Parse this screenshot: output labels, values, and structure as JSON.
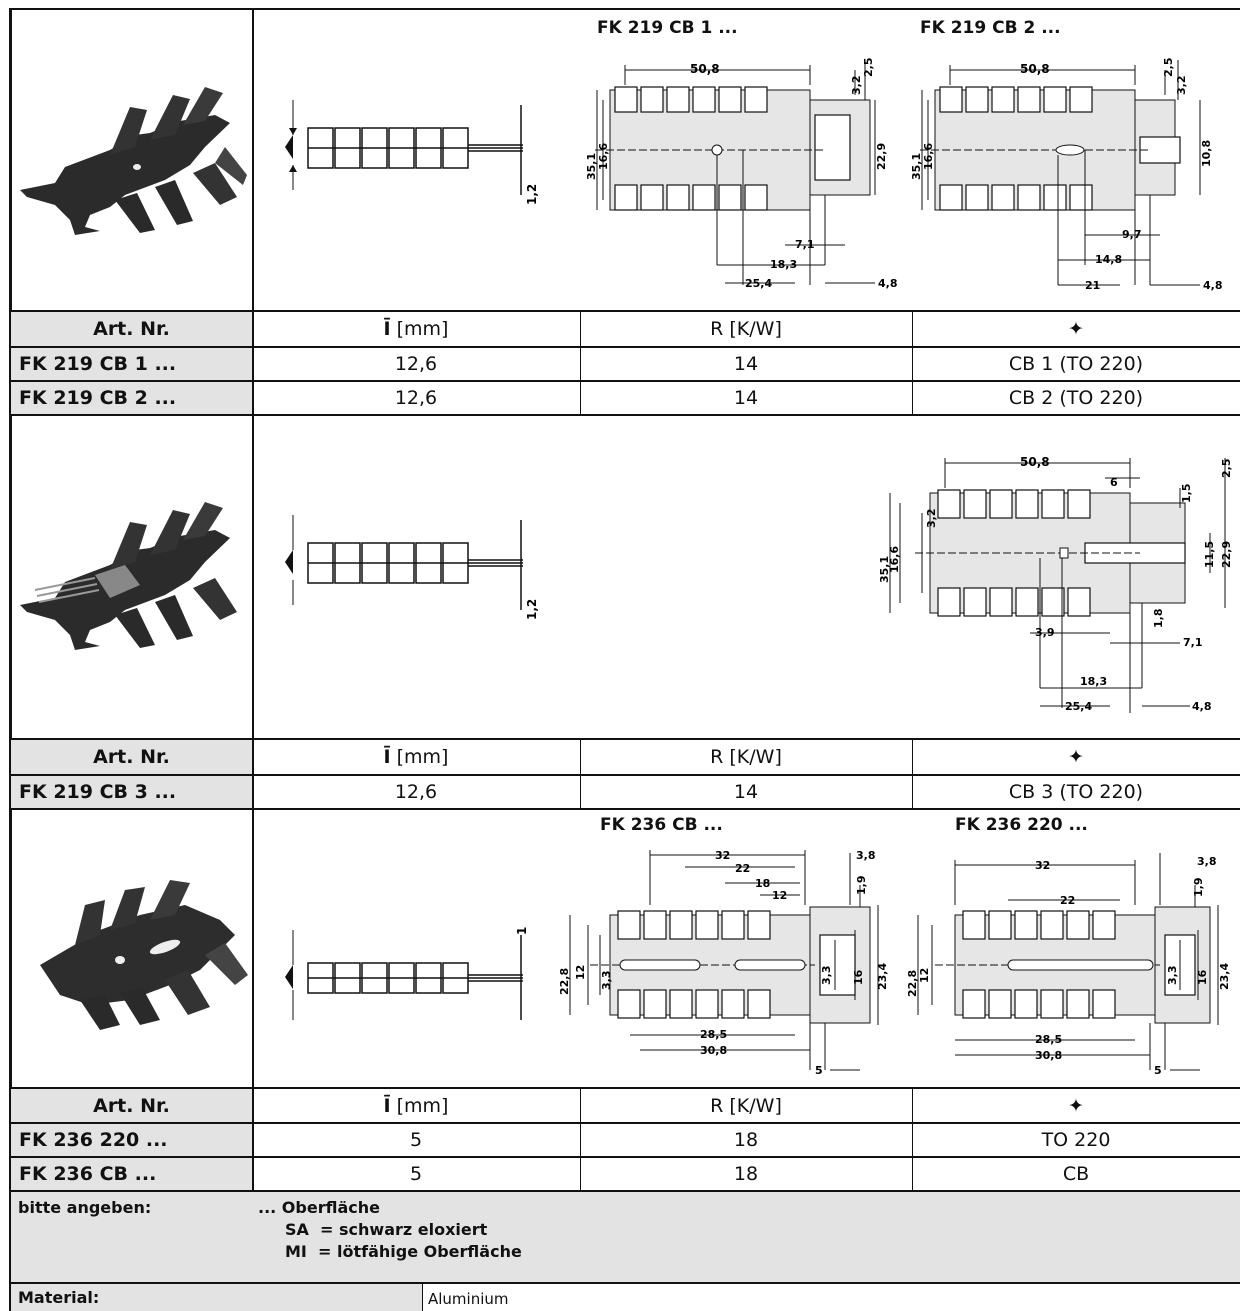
{
  "sections": [
    {
      "drawings": [
        "FK 219 CB 1 ...",
        "FK 219 CB 2 ..."
      ],
      "header": {
        "art": "Art. Nr.",
        "height": "[mm]",
        "rth": "R  [K/W]",
        "case_icon": "transistor-case-icon"
      },
      "rows": [
        {
          "art": "FK 219 CB 1 ...",
          "height": "12,6",
          "rth": "14",
          "case": "CB 1 (TO 220)"
        },
        {
          "art": "FK 219 CB 2 ...",
          "height": "12,6",
          "rth": "14",
          "case": "CB 2 (TO 220)"
        }
      ]
    },
    {
      "drawings": [],
      "header": {
        "art": "Art. Nr.",
        "height": "[mm]",
        "rth": "R  [K/W]",
        "case_icon": "transistor-case-icon"
      },
      "rows": [
        {
          "art": "FK 219 CB 3 ...",
          "height": "12,6",
          "rth": "14",
          "case": "CB 3 (TO 220)"
        }
      ]
    },
    {
      "drawings": [
        "FK 236 CB ...",
        "FK 236 220 ..."
      ],
      "header": {
        "art": "Art. Nr.",
        "height": "[mm]",
        "rth": "R  [K/W]",
        "case_icon": "transistor-case-icon"
      },
      "rows": [
        {
          "art": "FK 236 220 ...",
          "height": "5",
          "rth": "18",
          "case": "TO 220"
        },
        {
          "art": "FK 236 CB ...",
          "height": "5",
          "rth": "18",
          "case": "CB"
        }
      ]
    }
  ],
  "dims": {
    "s1_left": [
      "50,8",
      "3,2",
      "2,5",
      "35,1",
      "16,6",
      "22,9",
      "7,1",
      "18,3",
      "25,4",
      "4,8"
    ],
    "s1_right": [
      "50,8",
      "2,5",
      "3,2",
      "35,1",
      "16,6",
      "10,8",
      "9,7",
      "14,8",
      "21",
      "4,8"
    ],
    "s1_side": [
      "1,2"
    ],
    "s2_right": [
      "50,8",
      "6",
      "1,5",
      "2,5",
      "3,2",
      "35,1",
      "16,6",
      "11,5",
      "22,9",
      "1,8",
      "3,9",
      "7,1",
      "18,3",
      "25,4",
      "4,8"
    ],
    "s2_side": [
      "1,2"
    ],
    "s3_left": [
      "32",
      "22",
      "18",
      "12",
      "3,8",
      "1,9",
      "22,8",
      "12",
      "3,3",
      "3,3",
      "16",
      "23,4",
      "28,5",
      "30,8",
      "5"
    ],
    "s3_right": [
      "32",
      "22",
      "3,8",
      "1,9",
      "22,8",
      "12",
      "3,3",
      "16",
      "23,4",
      "28,5",
      "30,8",
      "5"
    ],
    "s3_side": [
      "1"
    ]
  },
  "footer": {
    "specify_label": "bitte angeben:",
    "surface_title": "... Oberfläche",
    "sa_line": "SA  = schwarz eloxiert",
    "mi_line": "MI  = lötfähige Oberfläche",
    "material_label": "Material:",
    "material_value": "Aluminium"
  }
}
